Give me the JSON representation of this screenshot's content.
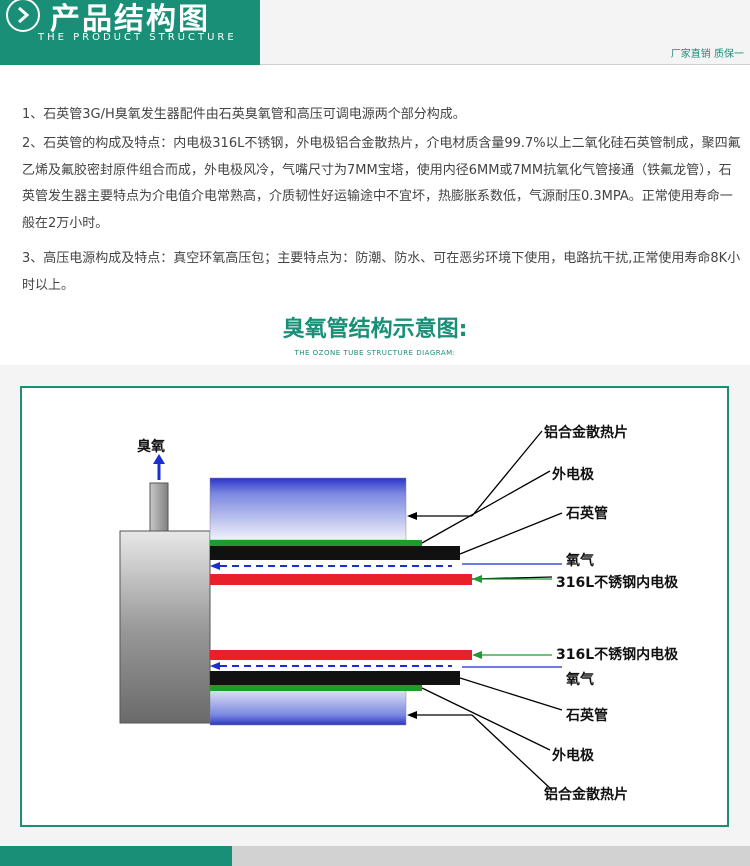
{
  "header": {
    "title": "产品结构图",
    "subtitle": "THE PRODUCT STRUCTURE",
    "tagline": "厂家直销 质保一"
  },
  "paragraphs": [
    "1、石英管3G/H臭氧发生器配件由石英臭氧管和高压可调电源两个部分构成。",
    "2、石英管的构成及特点：内电极316L不锈钢，外电极铝合金散热片，介电材质含量99.7%以上二氧化硅石英管制成，聚四氟乙烯及氟胶密封原件组合而成，外电极风冷，气嘴尺寸为7MM宝塔，使用内径6MM或7MM抗氧化气管接通（铁氟龙管），石英管发生器主要特点为介电值介电常熟高，介质韧性好运输途中不宜坏，热膨胀系数低，气源耐压0.3MPA。正常使用寿命一般在2万小时。",
    "3、高压电源构成及特点：真空环氧高压包；主要特点为：防潮、防水、可在恶劣环境下使用，电路抗干扰,正常使用寿命8K小时以上。"
  ],
  "section": {
    "title": "臭氧管结构示意图:",
    "subtitle": "THE OZONE TUBE STRUCTURE DIAGRAM:"
  },
  "diagram": {
    "ozone_out": "臭氧",
    "labels": {
      "fin_top": "铝合金散热片",
      "outer_top": "外电极",
      "quartz_top": "石英管",
      "oxygen_top": "氧气",
      "inner_top": "316L不锈钢内电极",
      "inner_bottom": "316L不锈钢内电极",
      "oxygen_bottom": "氧气",
      "quartz_bottom": "石英管",
      "outer_bottom": "外电极",
      "fin_bottom": "铝合金散热片"
    },
    "colors": {
      "fin": "#2c34c8",
      "inner_electrode": "#e8202a",
      "quartz": "#111111",
      "outer_electrode": "#1f9a2e",
      "oxygen": "#1b2fd0"
    }
  }
}
